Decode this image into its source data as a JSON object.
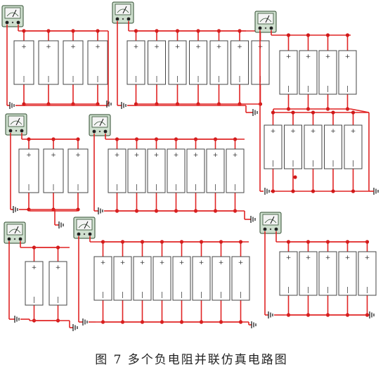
{
  "figure": {
    "caption": "图 7   多个负电阻并联仿真电路图"
  },
  "colors": {
    "wire": "#e02424",
    "node": "#d01818",
    "meter_body": "#cfe0cf",
    "meter_border": "#2d4a2d",
    "cell_border": "#444444"
  },
  "cell_symbols": {
    "plus": "+",
    "minus": "|"
  },
  "icons": [
    "meter-icon",
    "ground-icon",
    "battery-cell-icon"
  ],
  "circuits": [
    {
      "id": "c1",
      "meter": "meter-icon",
      "cells_per_row": [
        4
      ]
    },
    {
      "id": "c2",
      "meter": "meter-icon",
      "cells_per_row": [
        7
      ]
    },
    {
      "id": "c3",
      "meter": "meter-icon",
      "cells_per_row": [
        4,
        5
      ]
    },
    {
      "id": "c4",
      "meter": "meter-icon",
      "cells_per_row": [
        3
      ]
    },
    {
      "id": "c5",
      "meter": "meter-icon",
      "cells_per_row": [
        7
      ]
    },
    {
      "id": "c6",
      "meter": "meter-icon",
      "cells_per_row": [
        2
      ]
    },
    {
      "id": "c7",
      "meter": "meter-icon",
      "cells_per_row": [
        8
      ]
    },
    {
      "id": "c8",
      "meter": "meter-icon",
      "cells_per_row": [
        5
      ]
    }
  ]
}
